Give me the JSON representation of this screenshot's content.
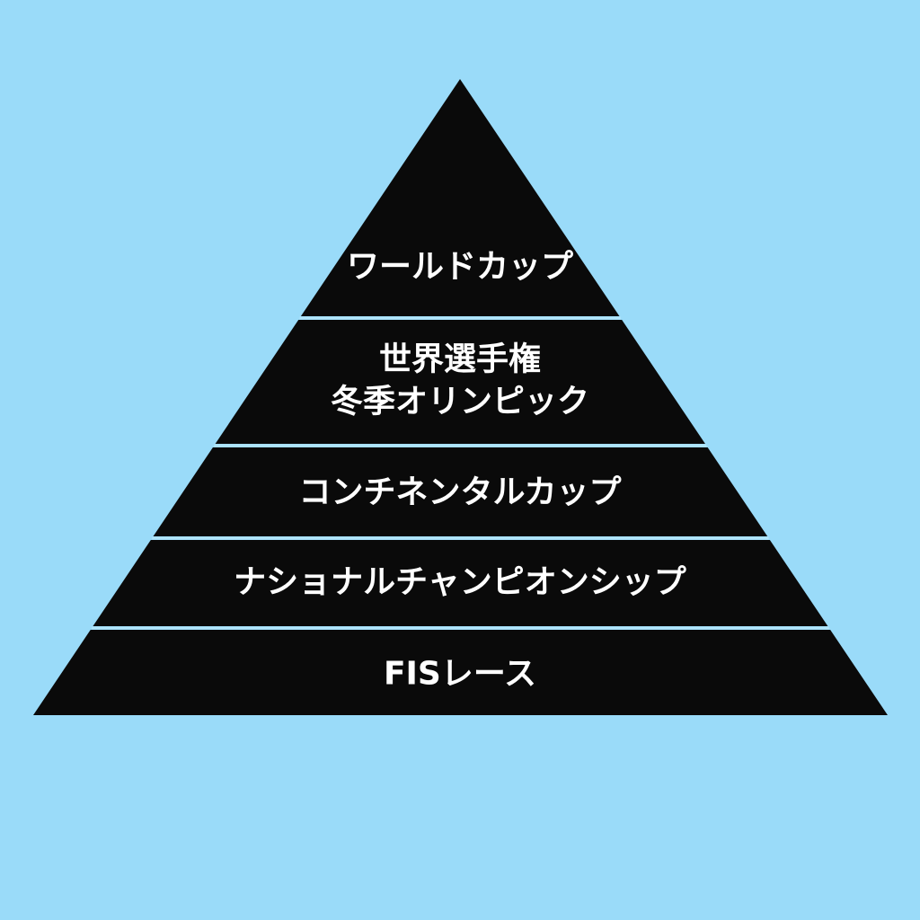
{
  "diagram": {
    "type": "pyramid",
    "colors": {
      "background": "#9adbf9",
      "tier_fill": "#0a0a0a",
      "text": "#ffffff",
      "separator": "#b0e4fb"
    },
    "tiers": [
      {
        "lines": [
          "ワールドカップ"
        ]
      },
      {
        "lines": [
          "世界選手権",
          "冬季オリンピック"
        ]
      },
      {
        "lines": [
          "コンチネンタルカップ"
        ]
      },
      {
        "lines": [
          "ナショナルチャンピオンシップ"
        ]
      },
      {
        "lines": [
          "FISレース"
        ]
      }
    ]
  }
}
